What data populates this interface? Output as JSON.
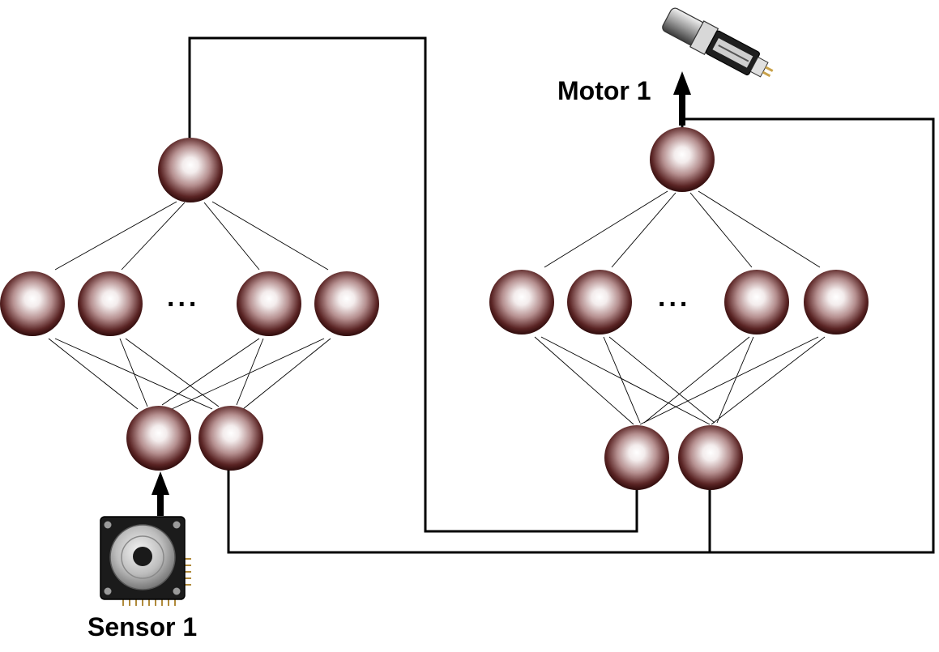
{
  "labels": {
    "sensor": "Sensor 1",
    "motor": "Motor 1",
    "ellipsis": "..."
  },
  "colors": {
    "line": "#000000",
    "neuron_highlight": "#ffffff",
    "neuron_mid": "#b58f8f",
    "neuron_dark": "#3a1010",
    "background": "#ffffff"
  },
  "networks": [
    {
      "name": "left-network",
      "output_neurons": 1,
      "hidden_neurons_shown": 4,
      "input_neurons": 2
    },
    {
      "name": "right-network",
      "output_neurons": 1,
      "hidden_neurons_shown": 4,
      "input_neurons": 2
    }
  ],
  "icons": {
    "sensor": "sensor-chip-icon",
    "motor": "motor-icon"
  }
}
